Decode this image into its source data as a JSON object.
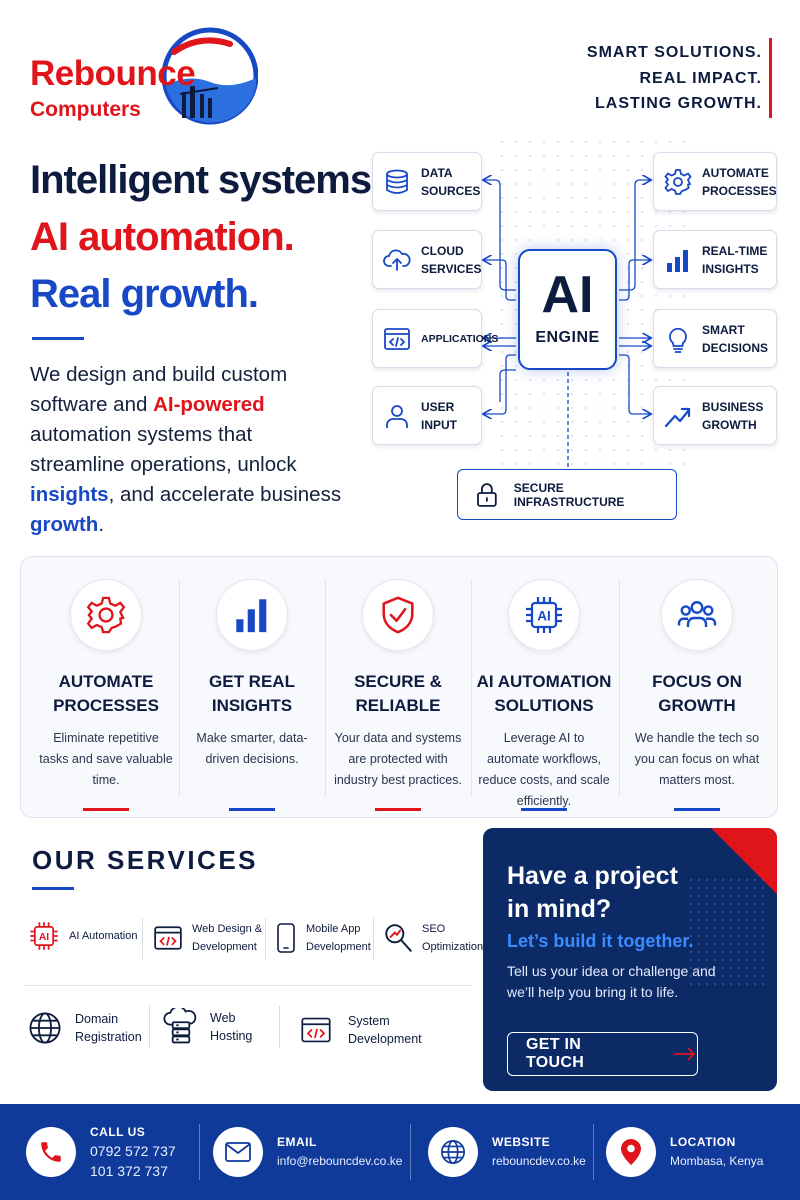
{
  "header": {
    "brand_name": "Rebounce",
    "brand_sub": "Computers",
    "tagline": [
      "SMART SOLUTIONS.",
      "REAL IMPACT.",
      "LASTING GROWTH."
    ],
    "logo_icon": "globe-building-logo-icon"
  },
  "hero": {
    "line1": "Intelligent systems.",
    "line2": "AI automation.",
    "line3": "Real growth.",
    "intro": {
      "p1": "We design and build custom software and ",
      "red": "AI-powered",
      "p2": " automation systems that streamline operations, unlock ",
      "blue1": "insights",
      "p3": ", and accelerate business ",
      "blue2": "growth",
      "p4": "."
    }
  },
  "diagram": {
    "engine": {
      "big": "AI",
      "label": "ENGINE"
    },
    "inputs": [
      {
        "line1": "DATA",
        "line2": "SOURCES",
        "icon": "database-icon"
      },
      {
        "line1": "CLOUD",
        "line2": "SERVICES",
        "icon": "cloud-upload-icon"
      },
      {
        "line1": "APPLICATIONS",
        "line2": "",
        "icon": "code-window-icon"
      },
      {
        "line1": "USER",
        "line2": "INPUT",
        "icon": "user-icon"
      }
    ],
    "outputs": [
      {
        "line1": "AUTOMATE",
        "line2": "PROCESSES",
        "icon": "gear-icon"
      },
      {
        "line1": "REAL-TIME",
        "line2": "INSIGHTS",
        "icon": "bar-chart-icon"
      },
      {
        "line1": "SMART",
        "line2": "DECISIONS",
        "icon": "lightbulb-icon"
      },
      {
        "line1": "BUSINESS",
        "line2": "GROWTH",
        "icon": "trend-up-icon"
      }
    ],
    "secure": {
      "label": "SECURE INFRASTRUCTURE",
      "icon": "lock-icon"
    }
  },
  "features": [
    {
      "title1": "AUTOMATE",
      "title2": "PROCESSES",
      "desc": "Eliminate repetitive tasks and save valuable time.",
      "icon": "gear-icon",
      "accent": "#e0141b"
    },
    {
      "title1": "GET REAL",
      "title2": "INSIGHTS",
      "desc": "Make smarter, data-driven decisions.",
      "icon": "bar-chart-icon",
      "accent": "#1749c7"
    },
    {
      "title1": "SECURE &",
      "title2": "RELIABLE",
      "desc": "Your data and systems are protected with industry best practices.",
      "icon": "shield-check-icon",
      "accent": "#e0141b"
    },
    {
      "title1": "AI AUTOMATION",
      "title2": "SOLUTIONS",
      "desc": "Leverage AI to automate workflows, reduce costs, and scale efficiently.",
      "icon": "ai-chip-icon",
      "accent": "#1749c7"
    },
    {
      "title1": "FOCUS ON",
      "title2": "GROWTH",
      "desc": "We handle the tech so you can focus on what matters most.",
      "icon": "team-icon",
      "accent": "#1749c7"
    }
  ],
  "services": {
    "title": "OUR SERVICES",
    "row1": [
      {
        "line1": "AI Automation",
        "line2": "",
        "icon": "ai-chip-icon"
      },
      {
        "line1": "Web Design &",
        "line2": "Development",
        "icon": "code-window-icon"
      },
      {
        "line1": "Mobile App",
        "line2": "Development",
        "icon": "smartphone-icon"
      },
      {
        "line1": "SEO",
        "line2": "Optimization",
        "icon": "search-icon"
      }
    ],
    "row2": [
      {
        "line1": "Domain",
        "line2": "Registration",
        "icon": "globe-icon"
      },
      {
        "line1": "Web",
        "line2": "Hosting",
        "icon": "cloud-server-icon"
      },
      {
        "line1": "System",
        "line2": "Development",
        "icon": "code-window-icon"
      }
    ]
  },
  "cta": {
    "heading1": "Have a project",
    "heading2": "in mind?",
    "sub": "Let’s build it together.",
    "body": "Tell us your idea or challenge and we’ll help you bring it to life.",
    "button": "GET IN TOUCH"
  },
  "footer": {
    "call": {
      "label": "CALL US",
      "phone1": "0792 572 737",
      "phone2": "101 372 737",
      "icon": "phone-icon"
    },
    "email": {
      "label": "EMAIL",
      "value": "info@rebouncdev.co.ke",
      "icon": "envelope-icon"
    },
    "website": {
      "label": "WEBSITE",
      "value": "rebouncdev.co.ke",
      "icon": "globe-icon"
    },
    "location": {
      "label": "LOCATION",
      "value": "Mombasa, Kenya",
      "icon": "map-pin-icon"
    }
  },
  "colors": {
    "navy": "#0d1b3e",
    "red": "#e0141b",
    "blue": "#1749c7",
    "footer": "#0f3a9a",
    "cta": "#0b2a66"
  }
}
